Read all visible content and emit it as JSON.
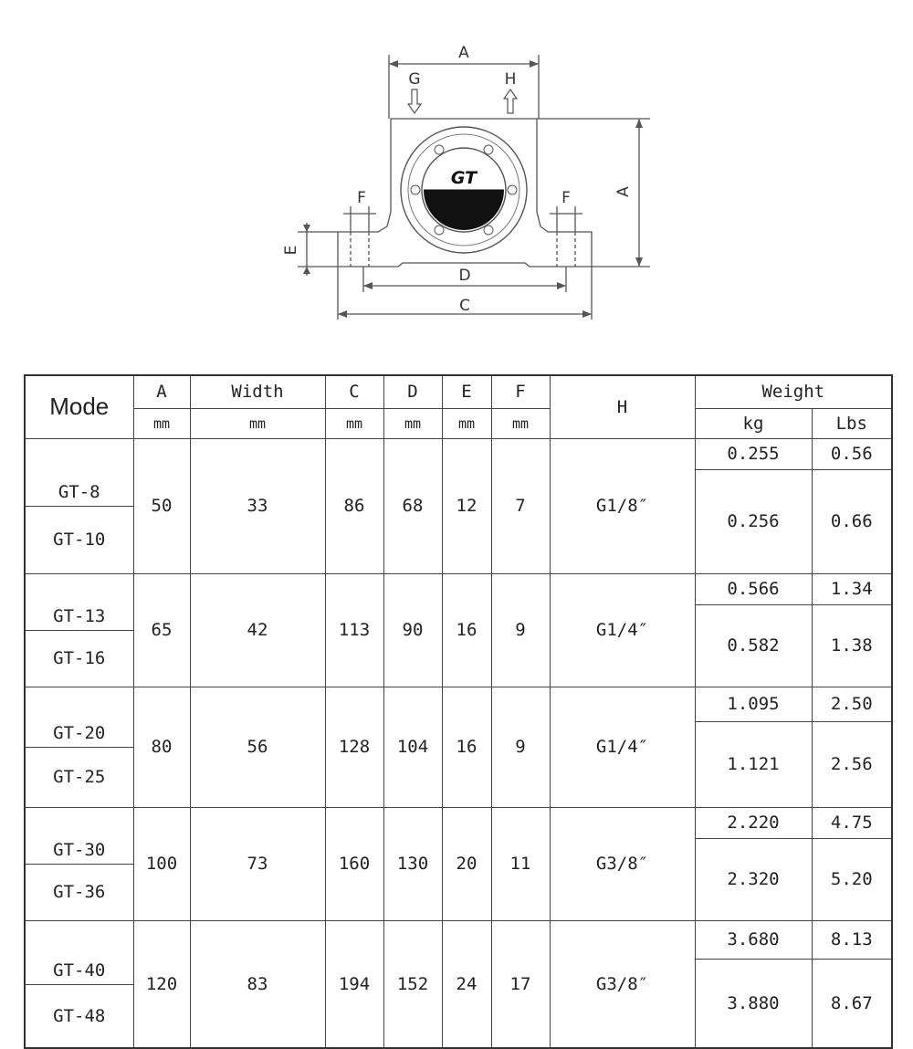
{
  "diagram": {
    "labels": {
      "a_top": "A",
      "a_side": "A",
      "g": "G",
      "h": "H",
      "f_left": "F",
      "f_right": "F",
      "e": "E",
      "d": "D",
      "c": "C",
      "logo": "GT"
    }
  },
  "table": {
    "headers": {
      "mode": "Mode",
      "a": "A",
      "width": "Width",
      "c": "C",
      "d": "D",
      "e": "E",
      "f": "F",
      "h": "H",
      "weight": "Weight"
    },
    "units": {
      "a": "mm",
      "width": "mm",
      "c": "mm",
      "d": "mm",
      "e": "mm",
      "f": "mm",
      "kg": "kg",
      "lbs": "Lbs"
    },
    "groups": [
      {
        "models": [
          "GT-8",
          "GT-10"
        ],
        "a": "50",
        "width": "33",
        "c": "86",
        "d": "68",
        "e": "12",
        "f": "7",
        "h": "G1/8″",
        "weights": [
          {
            "kg": "0.255",
            "lbs": "0.56"
          },
          {
            "kg": "0.256",
            "lbs": "0.66"
          }
        ]
      },
      {
        "models": [
          "GT-13",
          "GT-16"
        ],
        "a": "65",
        "width": "42",
        "c": "113",
        "d": "90",
        "e": "16",
        "f": "9",
        "h": "G1/4″",
        "weights": [
          {
            "kg": "0.566",
            "lbs": "1.34"
          },
          {
            "kg": "0.582",
            "lbs": "1.38"
          }
        ]
      },
      {
        "models": [
          "GT-20",
          "GT-25"
        ],
        "a": "80",
        "width": "56",
        "c": "128",
        "d": "104",
        "e": "16",
        "f": "9",
        "h": "G1/4″",
        "weights": [
          {
            "kg": "1.095",
            "lbs": "2.50"
          },
          {
            "kg": "1.121",
            "lbs": "2.56"
          }
        ]
      },
      {
        "models": [
          "GT-30",
          "GT-36"
        ],
        "a": "100",
        "width": "73",
        "c": "160",
        "d": "130",
        "e": "20",
        "f": "11",
        "h": "G3/8″",
        "weights": [
          {
            "kg": "2.220",
            "lbs": "4.75"
          },
          {
            "kg": "2.320",
            "lbs": "5.20"
          }
        ]
      },
      {
        "models": [
          "GT-40",
          "GT-48"
        ],
        "a": "120",
        "width": "83",
        "c": "194",
        "d": "152",
        "e": "24",
        "f": "17",
        "h": "G3/8″",
        "weights": [
          {
            "kg": "3.680",
            "lbs": "8.13"
          },
          {
            "kg": "3.880",
            "lbs": "8.67"
          }
        ]
      }
    ]
  }
}
